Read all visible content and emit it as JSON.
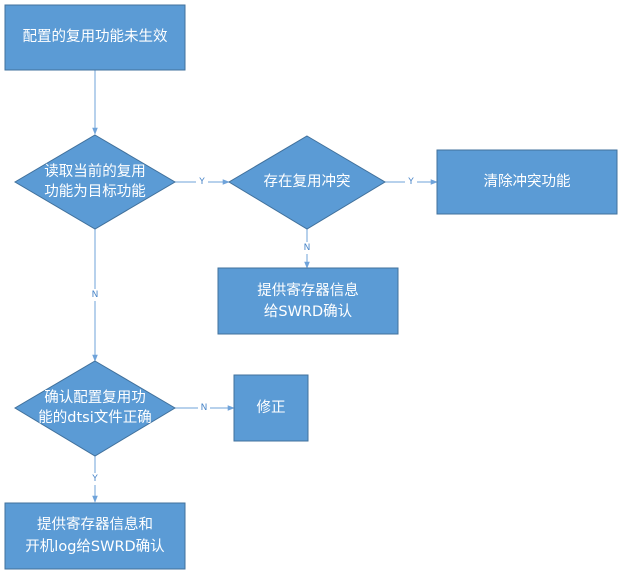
{
  "colors": {
    "node_fill": "#5b9bd5",
    "node_stroke": "#41719c",
    "edge": "#6fa3da",
    "label": "#4a86c8"
  },
  "nodes": {
    "start": [
      "配置的复用功能未生效"
    ],
    "decision_read": [
      "读取当前的复用",
      "功能为目标功能"
    ],
    "decision_conflict": [
      "存在复用冲突"
    ],
    "clear": [
      "清除冲突功能"
    ],
    "provide_reg": [
      "提供寄存器信息",
      "给SWRD确认"
    ],
    "decision_dtsi": [
      "确认配置复用功",
      "能的dtsi文件正确"
    ],
    "fix": [
      "修正"
    ],
    "provide_log": [
      "提供寄存器信息和",
      "开机log给SWRD确认"
    ]
  },
  "edges": {
    "read_to_conflict": "Y",
    "conflict_to_clear": "Y",
    "conflict_to_reg": "N",
    "read_to_dtsi": "N",
    "dtsi_to_fix": "N",
    "dtsi_to_log": "Y"
  }
}
